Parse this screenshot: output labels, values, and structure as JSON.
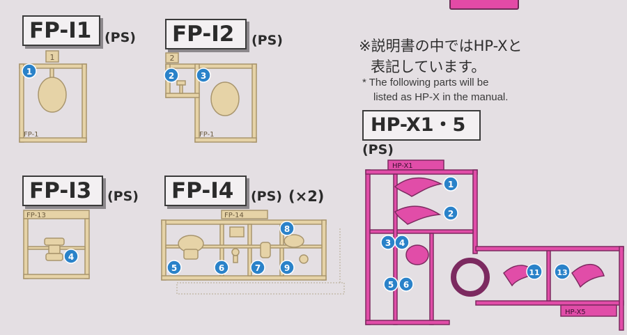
{
  "colors": {
    "background": "#e4dfe3",
    "runner_tan": "#e6d3a7",
    "runner_tan_stroke": "#a8956d",
    "runner_pink": "#e14da8",
    "runner_pink_stroke": "#7c2a60",
    "callout_blue": "#2a82c9"
  },
  "sections": [
    {
      "code": "FP-I1",
      "material": "(PS)",
      "tag": "1",
      "runner_label": "FP-1",
      "parts": [
        "1"
      ]
    },
    {
      "code": "FP-I2",
      "material": "(PS)",
      "tag": "2",
      "runner_label": "FP-1",
      "parts": [
        "2",
        "3"
      ]
    },
    {
      "code": "FP-I3",
      "material": "(PS)",
      "runner_label": "FP-13",
      "parts": [
        "4"
      ]
    },
    {
      "code": "FP-I4",
      "material": "(PS)",
      "quantity": "(×2)",
      "runner_label": "FP-14",
      "parts": [
        "5",
        "6",
        "7",
        "8",
        "9"
      ]
    }
  ],
  "note": {
    "jp_line1": "※説明書の中ではHP-Xと",
    "jp_line2": "表記しています。",
    "en_line1": "* The following parts will be",
    "en_line2": "listed as HP-X in the manual."
  },
  "hpx": {
    "code": "HP-X1・5",
    "material": "(PS)",
    "runner_label_top": "HP-X1",
    "runner_label_bottom": "HP-X5",
    "parts": [
      "1",
      "2",
      "3",
      "4",
      "5",
      "6",
      "11",
      "13"
    ]
  }
}
